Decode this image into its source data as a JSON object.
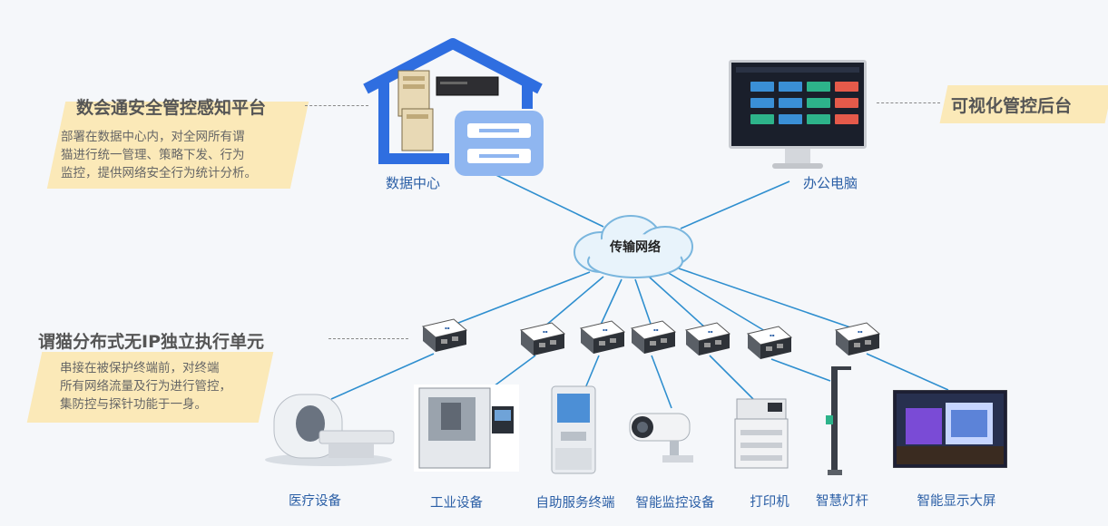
{
  "platform": {
    "title": "数会通安全管控感知平台",
    "desc_lines": [
      "部署在数据中心内，对全网所有谓",
      "猫进行统一管理、策略下发、行为",
      "监控，提供网络安全行为统计分析。"
    ]
  },
  "backend": {
    "title": "可视化管控后台"
  },
  "unit": {
    "title": "谓猫分布式无IP独立执行单元",
    "desc_lines": [
      "串接在被保护终端前，对终端",
      "所有网络流量及行为进行管控，",
      "集防控与探针功能于一身。"
    ]
  },
  "datacenter": {
    "label": "数据中心"
  },
  "office_pc": {
    "label": "办公电脑"
  },
  "network": {
    "label": "传输网络"
  },
  "devices": [
    {
      "label": "医疗设备",
      "icon": "mri-scanner-icon"
    },
    {
      "label": "工业设备",
      "icon": "industrial-machine-icon"
    },
    {
      "label": "自助服务终端",
      "icon": "self-service-kiosk-icon"
    },
    {
      "label": "智能监控设备",
      "icon": "surveillance-camera-icon"
    },
    {
      "label": "打印机",
      "icon": "printer-icon"
    },
    {
      "label": "智慧灯杆",
      "icon": "smart-lamp-pole-icon"
    },
    {
      "label": "智能显示大屏",
      "icon": "display-screen-icon"
    }
  ],
  "colors": {
    "link": "#2f8fcf",
    "label": "#2b5fa6",
    "banner": "#fbe9b8",
    "house": "#2f6ee0"
  }
}
